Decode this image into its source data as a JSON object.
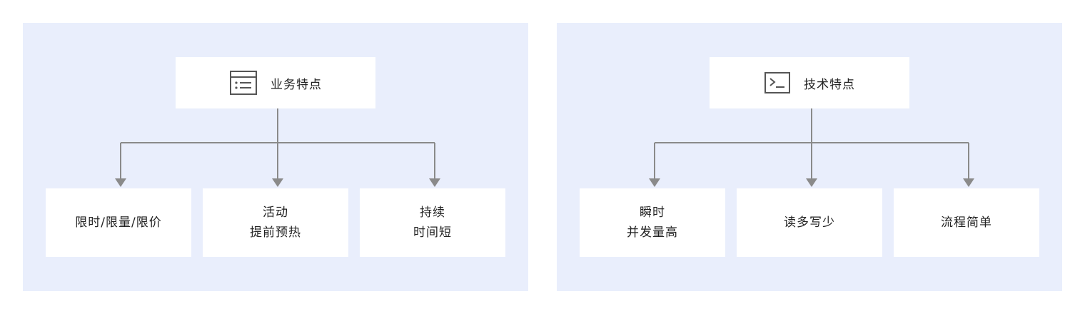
{
  "panels": [
    {
      "root_label": "业务特点",
      "root_icon": "list-window-icon",
      "children": [
        {
          "lines": [
            "限时/限量/限价"
          ]
        },
        {
          "lines": [
            "活动",
            "提前预热"
          ]
        },
        {
          "lines": [
            "持续",
            "时间短"
          ]
        }
      ]
    },
    {
      "root_label": "技术特点",
      "root_icon": "terminal-icon",
      "children": [
        {
          "lines": [
            "瞬时",
            "并发量高"
          ]
        },
        {
          "lines": [
            "读多写少"
          ]
        },
        {
          "lines": [
            "流程简单"
          ]
        }
      ]
    }
  ],
  "colors": {
    "panel_bg": "#e9eefc",
    "box_bg": "#ffffff",
    "connector": "#8a8a8a",
    "text": "#222222"
  }
}
